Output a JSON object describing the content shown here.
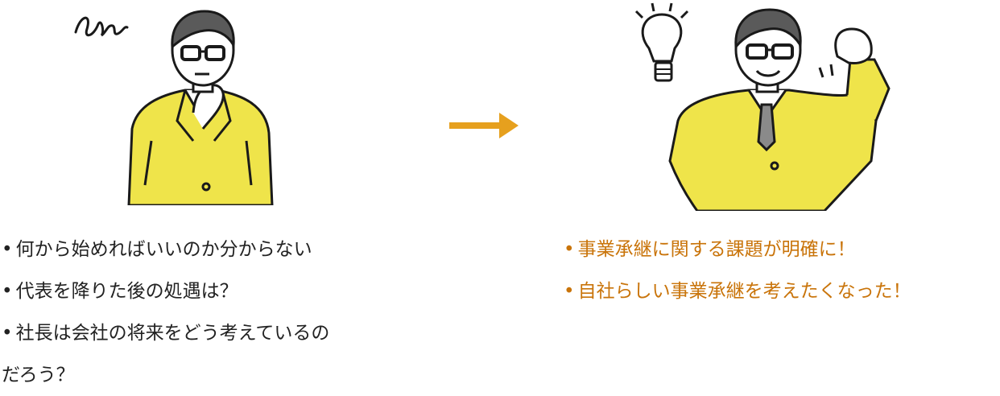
{
  "colors": {
    "jacket": "#efe44a",
    "accent_orange": "#e6a01e",
    "text_dark": "#222222",
    "text_orange": "#c9740a",
    "outline": "#1a1a1a",
    "hair": "#5a5a5a",
    "tie": "#8a8a8a"
  },
  "left_figure": {
    "icon": "worried-businessman-illustration",
    "squiggle_icon": "worry-squiggle-icon"
  },
  "arrow": {
    "icon": "right-arrow-icon"
  },
  "right_figure": {
    "icon": "confident-businessman-illustration",
    "bulb_icon": "lightbulb-icon"
  },
  "left_list": {
    "bullet": "•",
    "items": [
      "何から始めればいいのか分からない",
      "代表を降りた後の処遇は？",
      "社長は会社の将来をどう考えているの",
      "だろう？"
    ]
  },
  "right_list": {
    "bullet": "•",
    "items": [
      "事業承継に関する課題が明確に！",
      "自社らしい事業承継を考えたくなった！"
    ]
  }
}
